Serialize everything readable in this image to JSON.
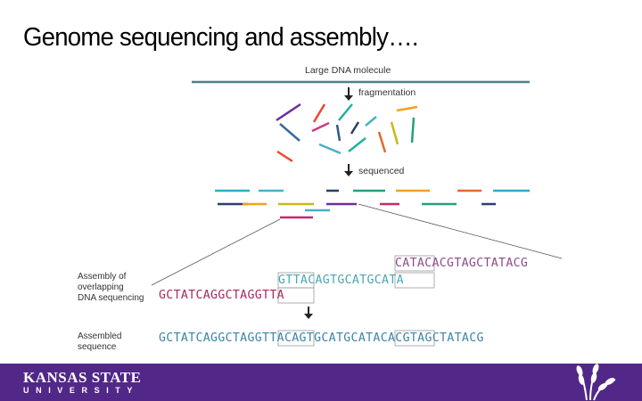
{
  "slide": {
    "title": "Genome sequencing and assembly…."
  },
  "diagram": {
    "top_label": "Large DNA molecule",
    "step1_label": "fragmentation",
    "step2_label": "sequenced",
    "assembly_label": [
      "Assembly of",
      "overlapping",
      "DNA sequencing"
    ],
    "assembled_label": [
      "Assembled",
      "sequence"
    ],
    "read1": "CATACACGTAGCTATACG",
    "read2": "GTTACAGTGCATGCATA",
    "read3": "GCTATCAGGCTAGGTTA",
    "assembled_parts": [
      "GCTATCAGGCTAG",
      "GTTA",
      "CAGTGCATG",
      "CATA",
      "CACGTAGCTATACG"
    ],
    "colors": {
      "read1": "#8e4a8e",
      "read2": "#4aa6b4",
      "read3": "#a8275e",
      "assembled": "#3a84a8"
    }
  },
  "footer": {
    "line1": "KANSAS STATE",
    "line2": "UNIVERSITY",
    "emblem": "wheat-icon",
    "color": "#512888"
  }
}
